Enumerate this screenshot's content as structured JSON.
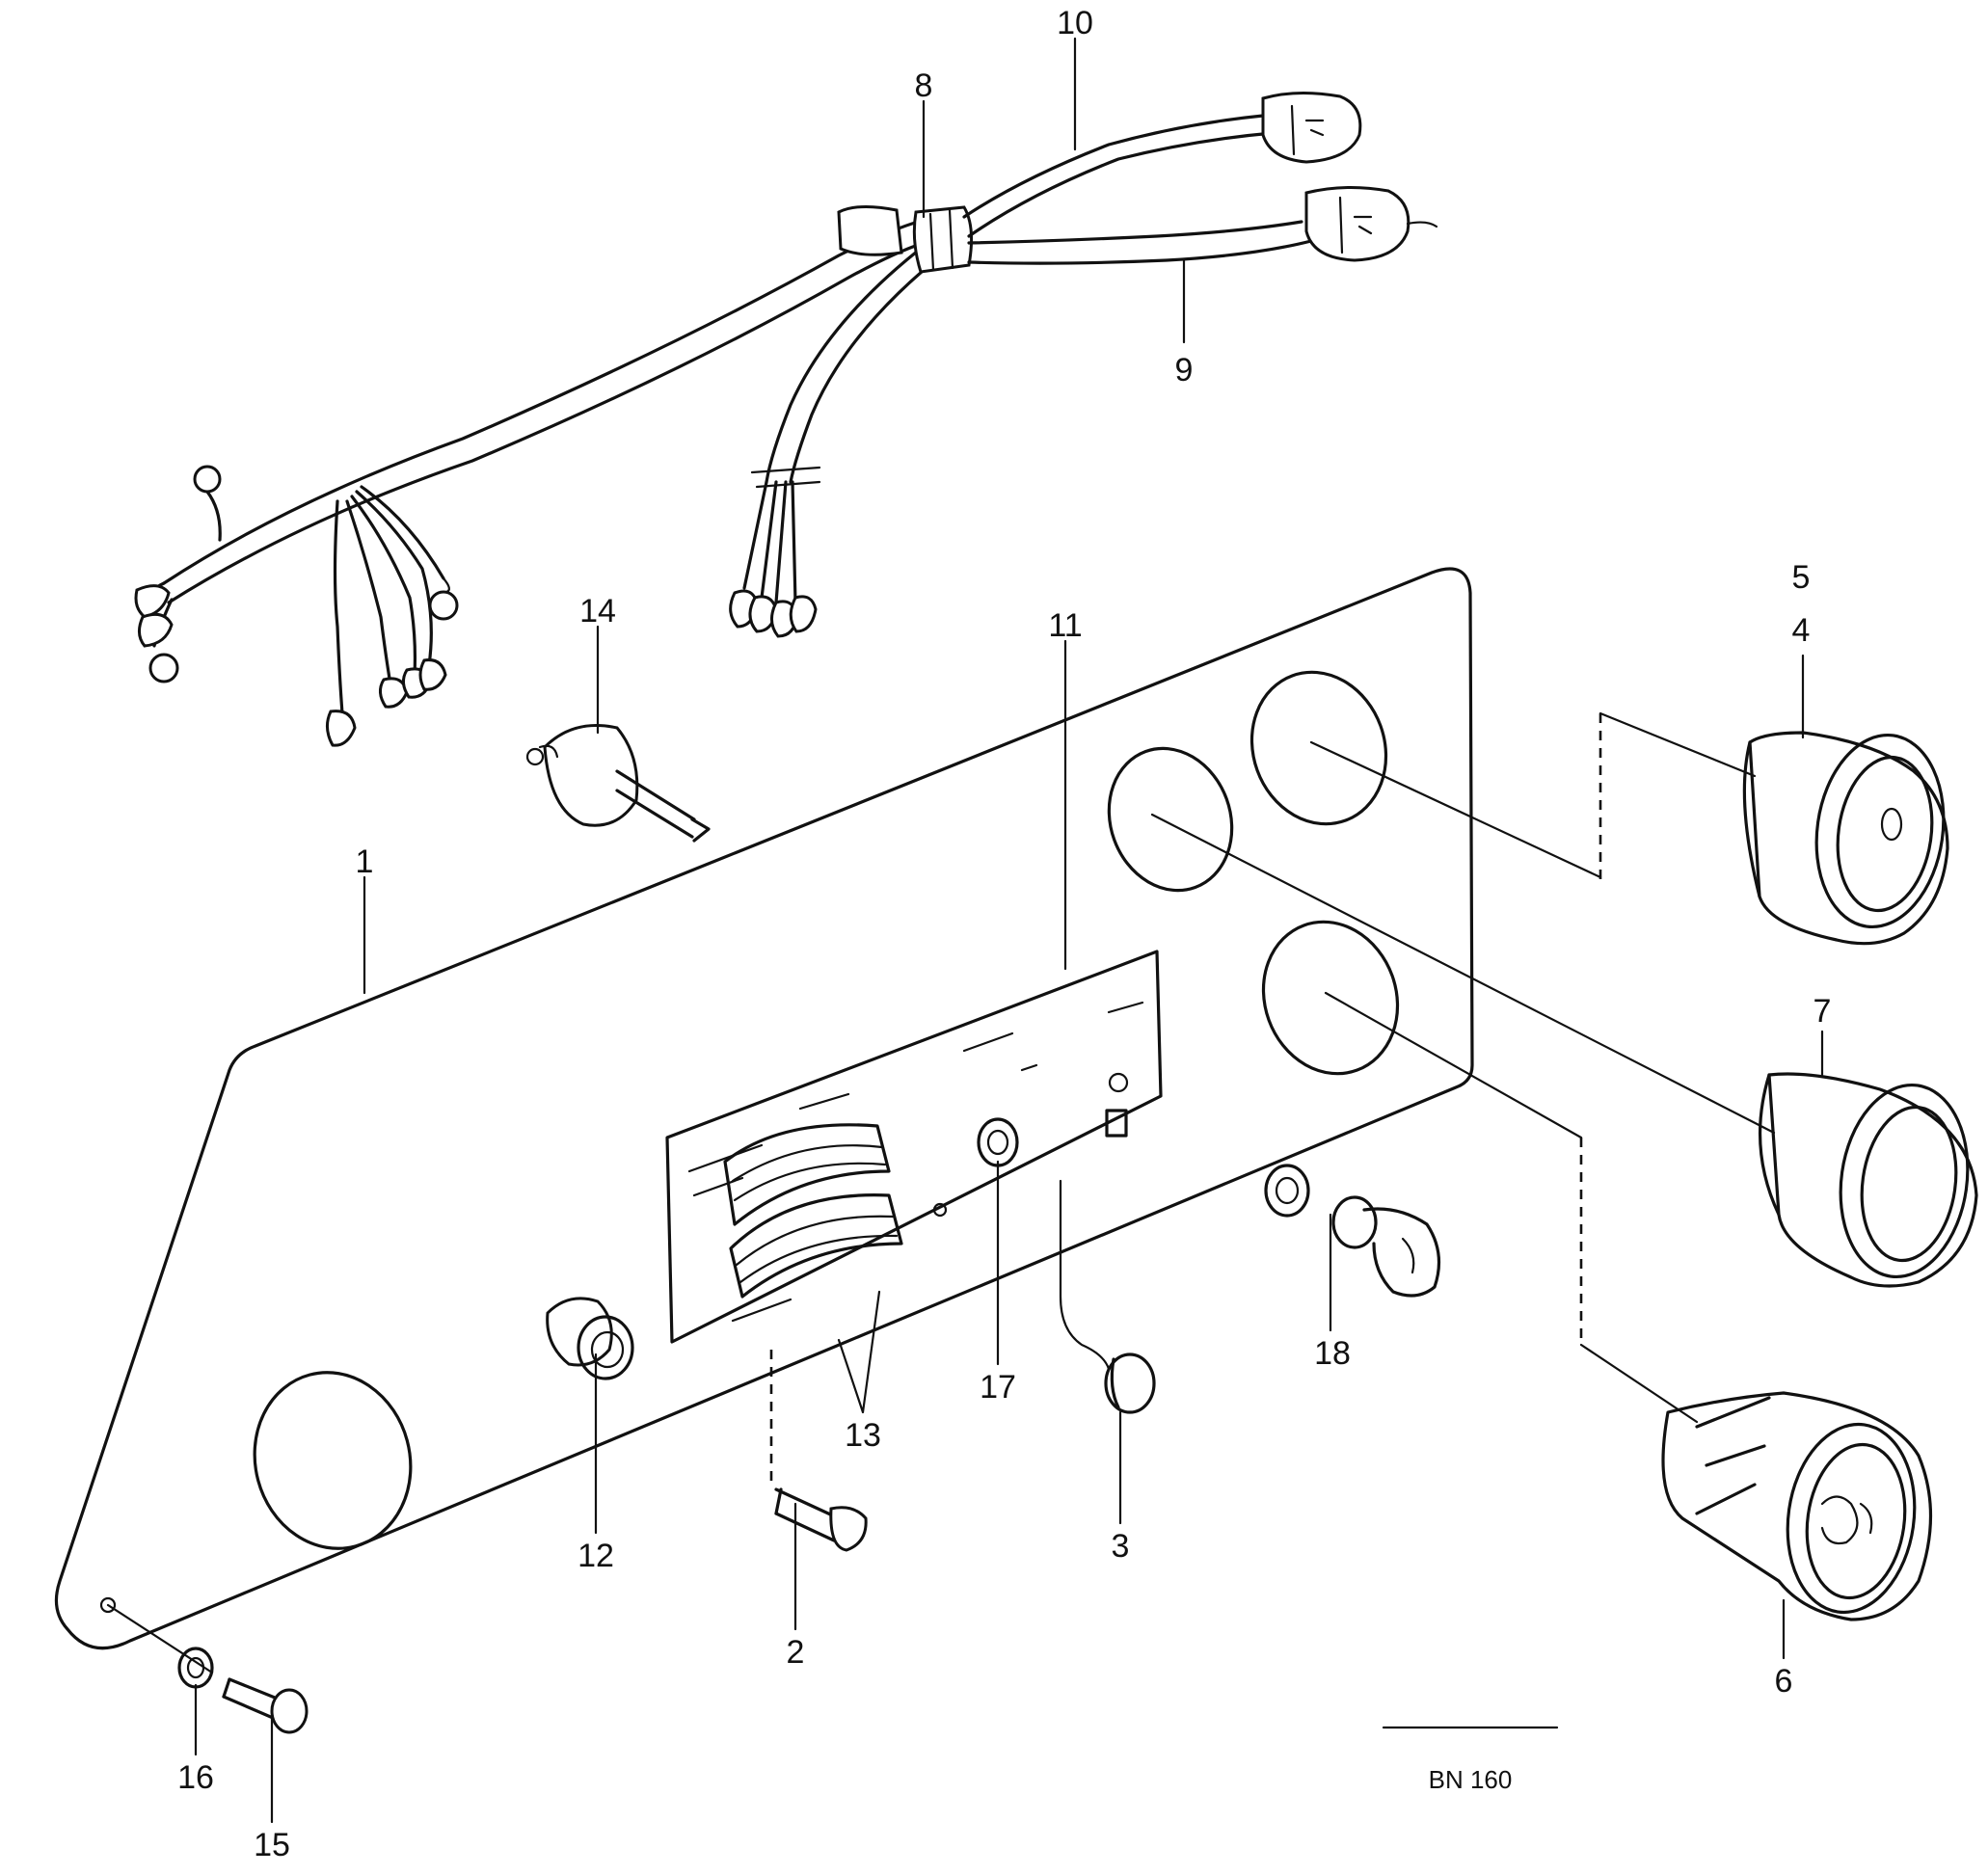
{
  "callouts": [
    {
      "id": "1",
      "text": "1"
    },
    {
      "id": "2",
      "text": "2"
    },
    {
      "id": "3",
      "text": "3"
    },
    {
      "id": "5",
      "text": "5"
    },
    {
      "id": "4",
      "text": "4"
    },
    {
      "id": "6",
      "text": "6"
    },
    {
      "id": "7",
      "text": "7"
    },
    {
      "id": "8",
      "text": "8"
    },
    {
      "id": "9",
      "text": "9"
    },
    {
      "id": "10",
      "text": "10"
    },
    {
      "id": "11",
      "text": "11"
    },
    {
      "id": "12",
      "text": "12"
    },
    {
      "id": "13",
      "text": "13"
    },
    {
      "id": "14",
      "text": "14"
    },
    {
      "id": "15",
      "text": "15"
    },
    {
      "id": "16",
      "text": "16"
    },
    {
      "id": "17",
      "text": "17"
    },
    {
      "id": "18",
      "text": "18"
    }
  ],
  "stamp": {
    "line1": "",
    "line2": "",
    "code": "BN 160"
  }
}
